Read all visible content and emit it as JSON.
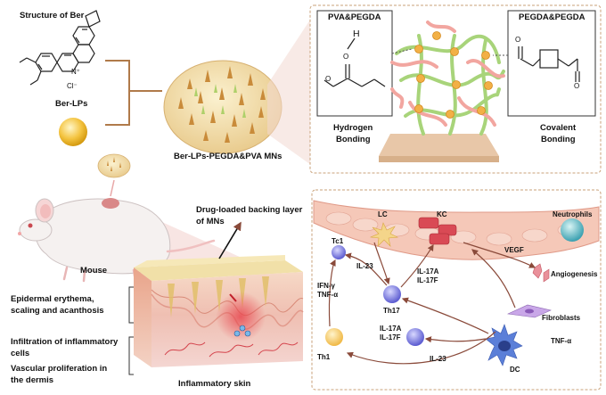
{
  "top_left": {
    "structure_title": "Structure of Ber",
    "chloride": "Cl⁻",
    "nplus": "N⁺",
    "ber_lps": "Ber-LPs",
    "mns_label": "Ber-LPs-PEGDA&PVA MNs"
  },
  "top_right": {
    "pva_pegda": "PVA&PEGDA",
    "pegda_pegda": "PEGDA&PEGDA",
    "h_atom": "H",
    "o_atom": "O",
    "o_atom2": "O",
    "o_atom3": "O",
    "o_atom4": "O",
    "hydrogen_bonding_1": "Hydrogen",
    "hydrogen_bonding_2": "Bonding",
    "covalent_bonding_1": "Covalent",
    "covalent_bonding_2": "Bonding"
  },
  "bottom_left": {
    "mouse": "Mouse",
    "backing_1": "Drug-loaded backing layer",
    "backing_2": "of MNs",
    "erythema_1": "Epidermal erythema,",
    "erythema_2": "scaling and acanthosis",
    "infiltration_1": "Infiltration of inflammatory",
    "infiltration_2": "cells",
    "vascular_1": "Vascular proliferation in",
    "vascular_2": "the dermis",
    "inflammatory_skin": "Inflammatory skin"
  },
  "bottom_right": {
    "lc": "LC",
    "kc": "KC",
    "neutrophils": "Neutrophils",
    "tc1": "Tc1",
    "il23_top": "IL-23",
    "il17a_1": "IL-17A",
    "il17f_1": "IL-17F",
    "vegf": "VEGF",
    "angiogenesis": "Angiogenesis",
    "ifn": "IFN-γ",
    "tnf_a_left": "TNF-α",
    "th17": "Th17",
    "fibroblasts": "Fibroblasts",
    "il17a_2": "IL-17A",
    "il17f_2": "IL-17F",
    "tnf_a_right": "TNF-α",
    "th1": "Th1",
    "il23_bottom": "IL-23",
    "dc": "DC"
  },
  "colors": {
    "outline_brown": "#b07a4a",
    "dashed_panel": "#c9a27a",
    "skin_pink": "#f2c4c0",
    "patch_yellow": "#f0dca0",
    "arrow_brown": "#8a4a3a"
  }
}
